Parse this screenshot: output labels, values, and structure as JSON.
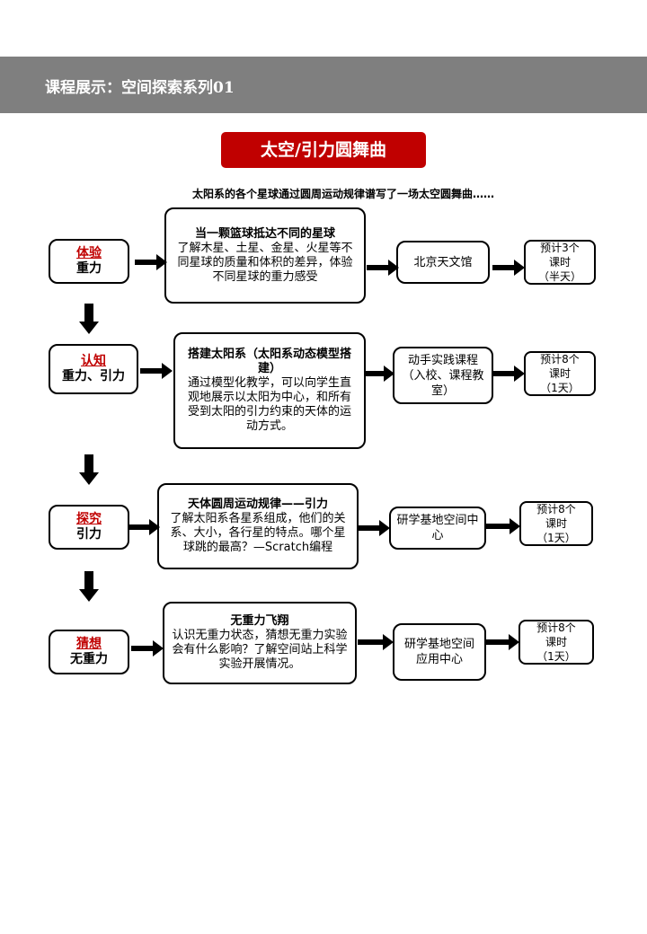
{
  "header": {
    "title": "课程展示：空间探索系列01"
  },
  "course_title": "太空/引力圆舞曲",
  "intro": "太阳系的各个星球通过圆周运动规律谱写了一场太空圆舞曲……",
  "rows": [
    {
      "stage": "体验",
      "topic": "重力",
      "title": "当一颗篮球抵达不同的星球",
      "desc": "了解木星、土星、金星、火星等不同星球的质量和体积的差异，体验不同星球的重力感受",
      "location": "北京天文馆",
      "time": [
        "预计3个",
        "课时",
        "（半天）"
      ]
    },
    {
      "stage": "认知",
      "topic": "重力、引力",
      "title": "搭建太阳系（太阳系动态模型搭建）",
      "desc": "通过模型化教学，可以向学生直观地展示以太阳为中心，和所有受到太阳的引力约束的天体的运动方式。",
      "location": "动手实践课程（入校、课程教室）",
      "time": [
        "预计8个",
        "课时",
        "（1天）"
      ]
    },
    {
      "stage": "探究",
      "topic": "引力",
      "title": "天体圆周运动规律——引力",
      "desc": "了解太阳系各星系组成，他们的关系、大小，各行星的特点。哪个星球跳的最高？—Scratch编程",
      "location": "研学基地空间中心",
      "time": [
        "预计8个",
        "课时",
        "（1天）"
      ]
    },
    {
      "stage": "猜想",
      "topic": "无重力",
      "title": "无重力飞翔",
      "desc": "认识无重力状态，猜想无重力实验会有什么影响？了解空间站上科学实验开展情况。",
      "location": "研学基地空间应用中心",
      "time": [
        "预计8个",
        "课时",
        "（1天）"
      ]
    }
  ]
}
